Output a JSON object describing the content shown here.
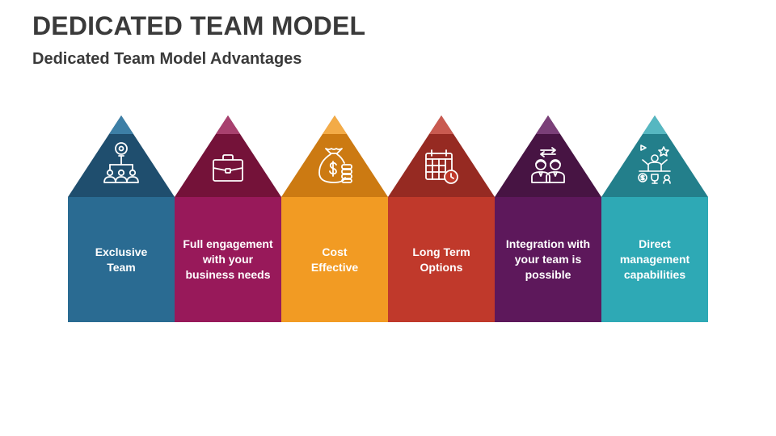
{
  "title": "DEDICATED TEAM MODEL",
  "subtitle": "Dedicated Team Model Advantages",
  "items": [
    {
      "label": "Exclusive\nTeam",
      "icon": "idea-team-icon",
      "color_top": "#1f4e6e",
      "color_body": "#2a6b92",
      "color_tip": "#3d7fa6"
    },
    {
      "label": "Full engagement\nwith your\nbusiness needs",
      "icon": "briefcase-icon",
      "color_top": "#741239",
      "color_body": "#98195a",
      "color_tip": "#a8406e"
    },
    {
      "label": "Cost\nEffective",
      "icon": "money-bag-icon",
      "color_top": "#cc7a12",
      "color_body": "#f29b23",
      "color_tip": "#f3ab47"
    },
    {
      "label": "Long Term\nOptions",
      "icon": "calendar-clock-icon",
      "color_top": "#962a22",
      "color_body": "#c0392b",
      "color_tip": "#c95a50"
    },
    {
      "label": "Integration with\nyour team is\npossible",
      "icon": "team-exchange-icon",
      "color_top": "#471443",
      "color_body": "#5d185b",
      "color_tip": "#7a3f78"
    },
    {
      "label": "Direct\nmanagement\ncapabilities",
      "icon": "management-icon",
      "color_top": "#237f8b",
      "color_body": "#2ea9b5",
      "color_tip": "#56b7c1"
    }
  ]
}
